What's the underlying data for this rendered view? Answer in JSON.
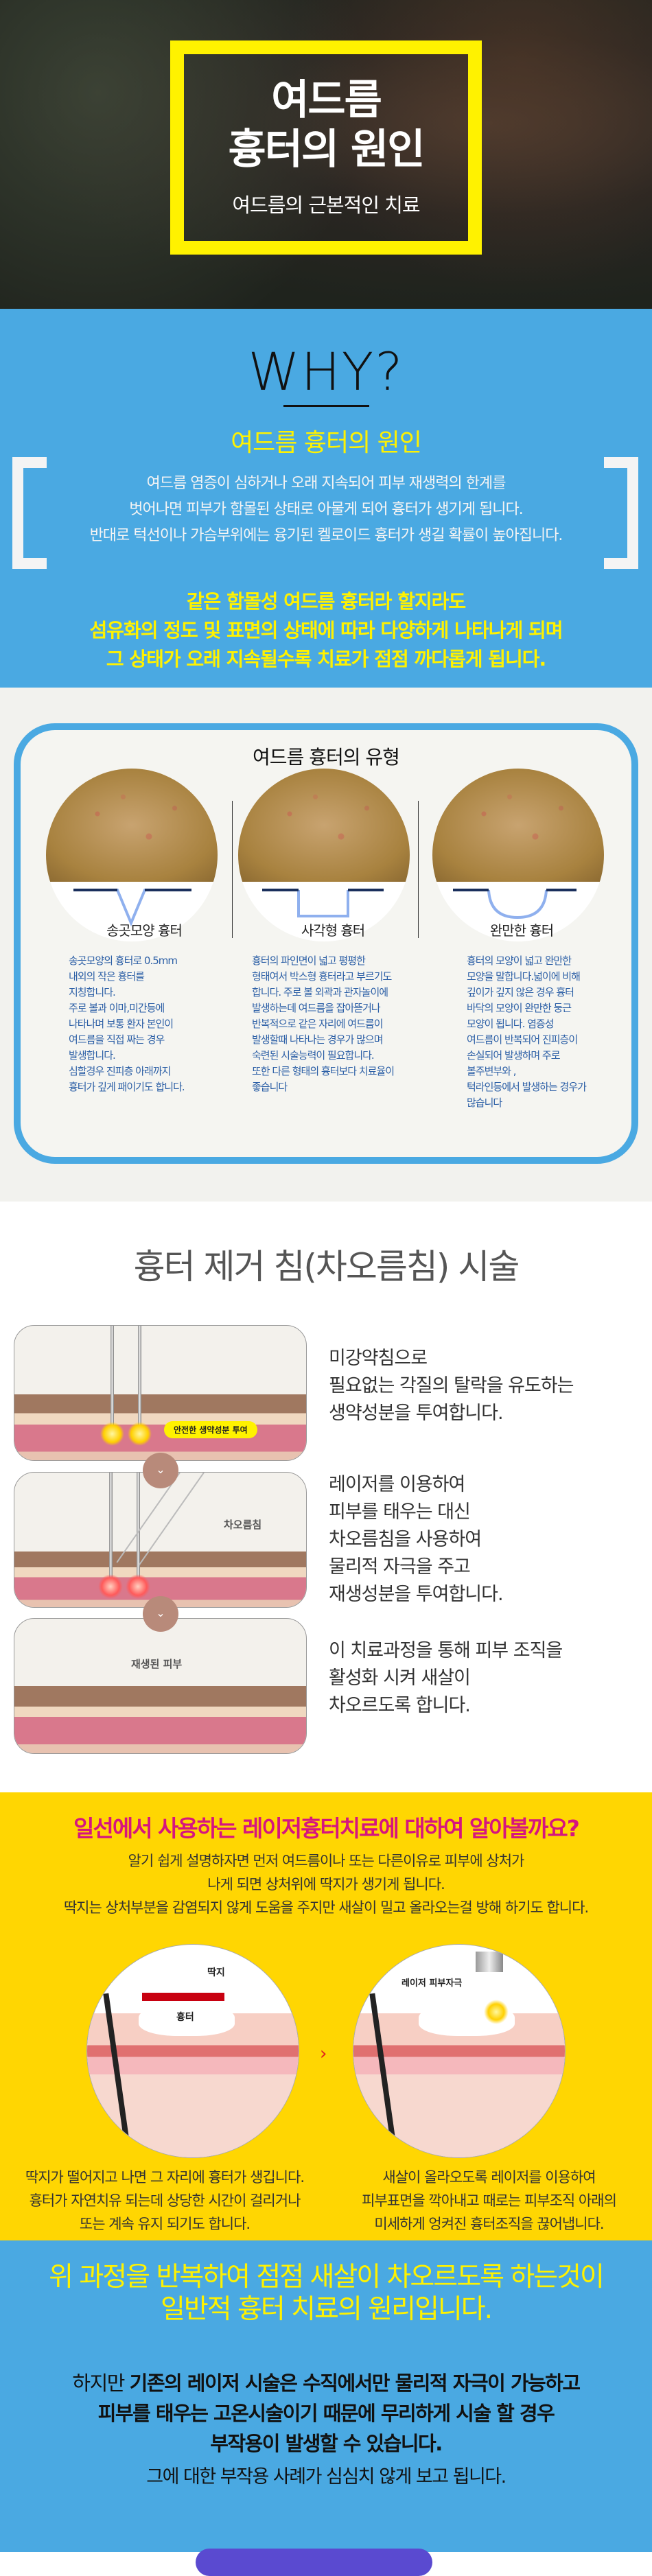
{
  "hero": {
    "title_line1": "여드름",
    "title_line2": "흉터의 원인",
    "subtitle": "여드름의 근본적인 치료"
  },
  "why": {
    "heading": "WHY?",
    "subheading": "여드름 흉터의 원인",
    "paragraph": [
      "여드름 염증이 심하거나 오래 지속되어 피부 재생력의 한계를",
      "벗어나면 피부가 함몰된 상태로 아물게 되어 흉터가 생기게 됩니다.",
      "반대로 턱선이나 가슴부위에는 융기된 켈로이드 흉터가 생길 확률이 높아집니다."
    ],
    "emphasis": [
      "같은 함몰성 여드름 흉터라 할지라도",
      "섬유화의 정도 및 표면의 상태에 따라 다양하게 나타나게 되며",
      "그 상태가 오래 지속될수록 치료가 점점 까다롭게 됩니다."
    ]
  },
  "types": {
    "title": "여드름 흉터의 유형",
    "items": [
      {
        "label": "송곳모양 흉터",
        "shape": "v",
        "desc": [
          "송곳모양의 흉터로 0.5mm",
          "내외의 작은 흉터를",
          "지칭합니다.",
          "주로 볼과 이마,미간등에",
          "나타나며 보통 환자 본인이",
          "여드름을 직접 짜는 경우",
          "발생합니다.",
          "심할경우 진피층 아래까지",
          "흉터가 깊게 패이기도 합니다."
        ]
      },
      {
        "label": "사각형 흉터",
        "shape": "box",
        "desc": [
          "흉터의 파인면이 넓고 평평한",
          "형태여서 박스형 흉터라고 부르기도",
          "합니다. 주로 볼 외곽과 관자놀이에",
          "발생하는데 여드름을 잡아뜯거나",
          "반복적으로 같은 자리에 여드름이",
          "발생할때 나타나는 경우가 많으며",
          "숙련된 시술능력이 필요합니다.",
          "또한 다른 형태의 흉터보다 치료율이",
          "좋습니다"
        ]
      },
      {
        "label": "완만한 흉터",
        "shape": "u",
        "desc": [
          "흉터의 모양이 넓고 완만한",
          "모양을 말합니다.넓이에 비해",
          "깊이가 깊지 않은 경우 흉터",
          "바닥의 모양이 완만한 둥근",
          "모양이 됩니다. 염증성",
          "여드름이 반복되어 진피층이",
          "손실되어 발생하며 주로",
          "볼주변부와 ,",
          "턱라인등에서 발생하는 경우가",
          "많습니다"
        ]
      }
    ]
  },
  "procedure": {
    "title": "흉터 제거 침(차오름침) 시술",
    "panel_labels": {
      "p1_badge": "안전한 생약성분 투여",
      "p2_label": "차오름침",
      "p3_label": "재생된 피부"
    },
    "steps": [
      [
        "미강약침으로",
        "필요없는 각질의 탈락을 유도하는",
        "생약성분을 투여합니다."
      ],
      [
        "레이저를 이용하여",
        "피부를 태우는 대신",
        "차오름침을 사용하여",
        "물리적 자극을 주고",
        "재생성분을 투여합니다."
      ],
      [
        "이 치료과정을 통해 피부 조직을",
        "활성화 시켜 새살이",
        "차오르도록 합니다."
      ]
    ]
  },
  "laser": {
    "title": "일선에서 사용하는 레이저흉터치료에 대하여 알아볼까요?",
    "intro": [
      "알기 쉽게 설명하자면  먼저 여드름이나 또는 다른이유로 피부에 상처가",
      "나게 되면 상처위에 딱지가 생기게 됩니다.",
      "딱지는 상처부분을 감염되지 않게 도움을 주지만 새살이 밀고 올라오는걸 방해 하기도 합니다."
    ],
    "left_labels": {
      "scab": "딱지",
      "scar": "흉터"
    },
    "right_labels": {
      "laser": "레이저 피부자극"
    },
    "left_caption": [
      "딱지가 떨어지고 나면  그 자리에 흉터가 생깁니다.",
      "흉터가 자연치유 되는데 상당한 시간이 걸리거나",
      "또는 계속 유지 되기도 합니다."
    ],
    "right_caption": [
      "새살이 올라오도록 레이저를 이용하여",
      "피부표면을 깍아내고 때로는 피부조직 아래의",
      "미세하게  엉켜진 흉터조직을 끊어냅니다."
    ]
  },
  "conclusion": {
    "principle": [
      "위 과정을 반복하여 점점 새살이 차오르도록 하는것이",
      "일반적 흉터 치료의 원리입니다."
    ],
    "warning_prefix": "하지만 ",
    "warning_bold": [
      "기존의 레이저 시술은 수직에서만 물리적 자극이 가능하고",
      "피부를 태우는 고온시술이기 때문에  무리하게 시술 할 경우",
      "부작용이 발생할 수 있습니다."
    ],
    "footer": "그에 대한 부작용 사례가   심심치 않게 보고 됩니다."
  },
  "colors": {
    "blue": "#4aa9e2",
    "yellow_box": "#fff200",
    "yellow_section": "#ffd602",
    "magenta": "#d6157f",
    "purple_button": "#5a4ad0"
  }
}
